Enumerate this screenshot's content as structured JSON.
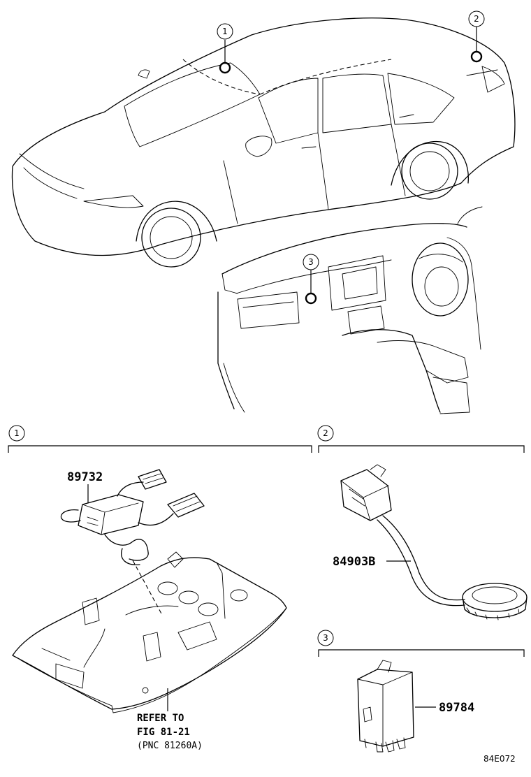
{
  "callouts": {
    "c1": "1",
    "c2": "2",
    "c3": "3"
  },
  "sections": [
    {
      "number": "1"
    },
    {
      "number": "2"
    },
    {
      "number": "3"
    }
  ],
  "parts": {
    "p89732": "89732",
    "p84903b": "84903B",
    "p89784": "89784"
  },
  "note": {
    "line1": "REFER TO",
    "line2": "FIG 81-21",
    "line3": "(PNC 81260A)"
  },
  "figure_code": "84E072"
}
